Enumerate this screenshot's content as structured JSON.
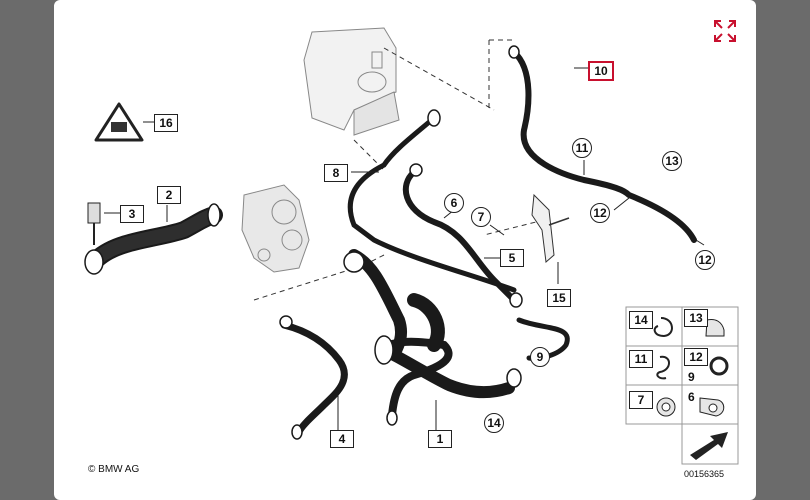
{
  "diagram": {
    "copyright": "© BMW AG",
    "image_code": "00156365",
    "accent_color": "#c8102e",
    "labels": {
      "l1": "1",
      "l2": "2",
      "l3": "3",
      "l4": "4",
      "l5": "5",
      "l6": "6",
      "l7": "7",
      "l8": "8",
      "l9": "9",
      "l10": "10",
      "l11": "11",
      "l12a": "12",
      "l12b": "12",
      "l13": "13",
      "l14": "14",
      "l15": "15",
      "l16": "16"
    },
    "legend": {
      "k14": "14",
      "k13": "13",
      "k11": "11",
      "k12": "12",
      "k9": "9",
      "k7": "7",
      "k6": "6"
    },
    "icons": [
      "expand-icon",
      "warning-triangle-icon",
      "arrow-icon"
    ]
  }
}
